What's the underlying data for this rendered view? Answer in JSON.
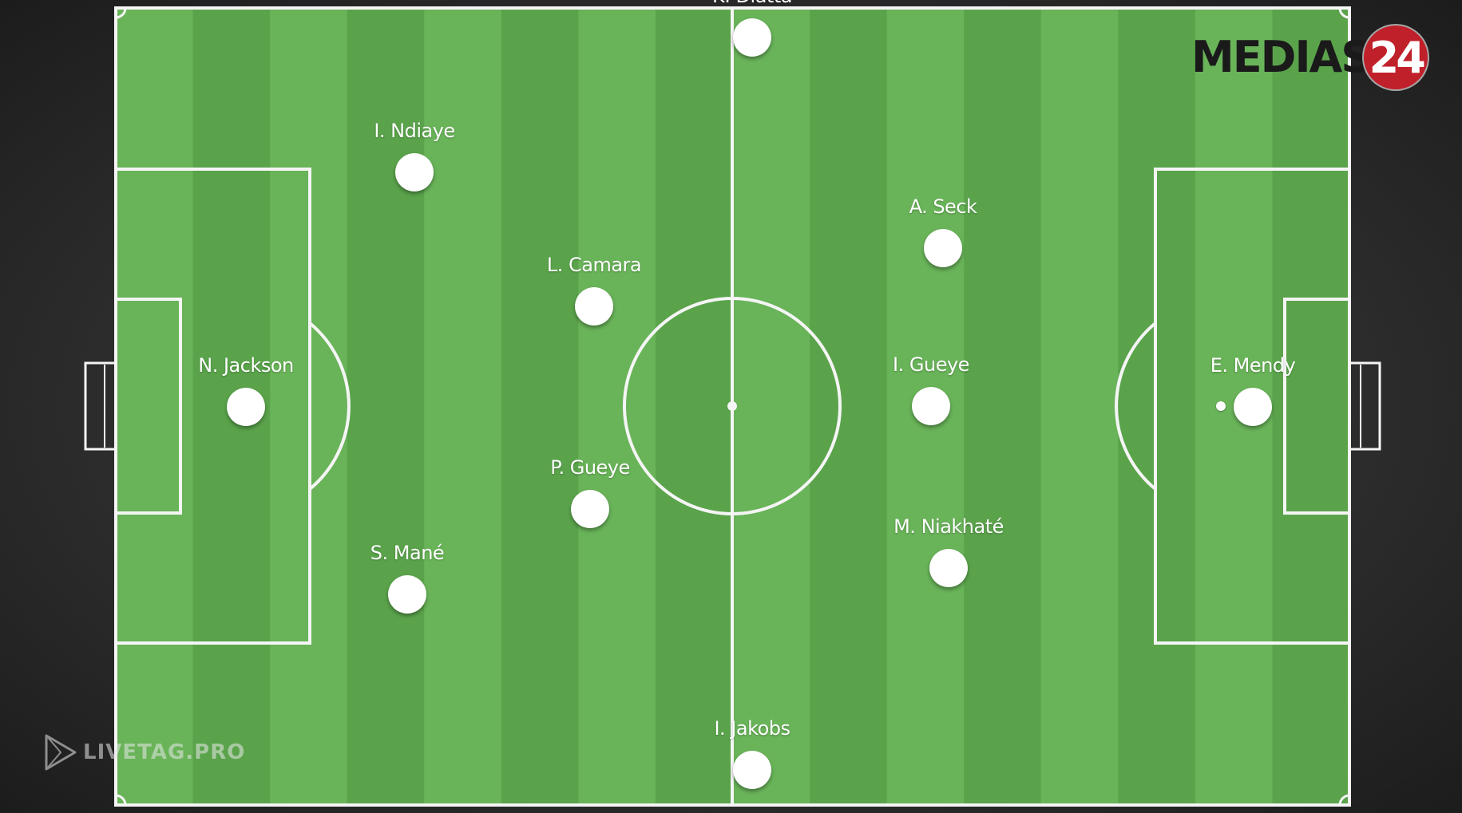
{
  "pitch": {
    "grass_light": "#69b359",
    "grass_dark": "#5aa34b",
    "line_color": "#f5f5f5"
  },
  "players": [
    {
      "id": "n-diatta",
      "name": "K. Diatta"
    },
    {
      "id": "i-ndiaye",
      "name": "I. Ndiaye"
    },
    {
      "id": "l-camara",
      "name": "L. Camara"
    },
    {
      "id": "n-jackson",
      "name": "N. Jackson"
    },
    {
      "id": "p-gueye",
      "name": "P. Gueye"
    },
    {
      "id": "s-mane",
      "name": "S. Mané"
    },
    {
      "id": "i-jakobs",
      "name": "I. Jakobs"
    },
    {
      "id": "a-seck",
      "name": "A. Seck"
    },
    {
      "id": "i-gueye",
      "name": "I. Gueye"
    },
    {
      "id": "m-niakhate",
      "name": "M. Niakhaté"
    },
    {
      "id": "e-mendy",
      "name": "E. Mendy"
    }
  ],
  "branding": {
    "logo_text": "MEDIAS",
    "logo_badge": "24",
    "logo_color": "#c0202a",
    "watermark_text": "LIVETAG.PRO",
    "watermark_icon": "play-icon"
  }
}
